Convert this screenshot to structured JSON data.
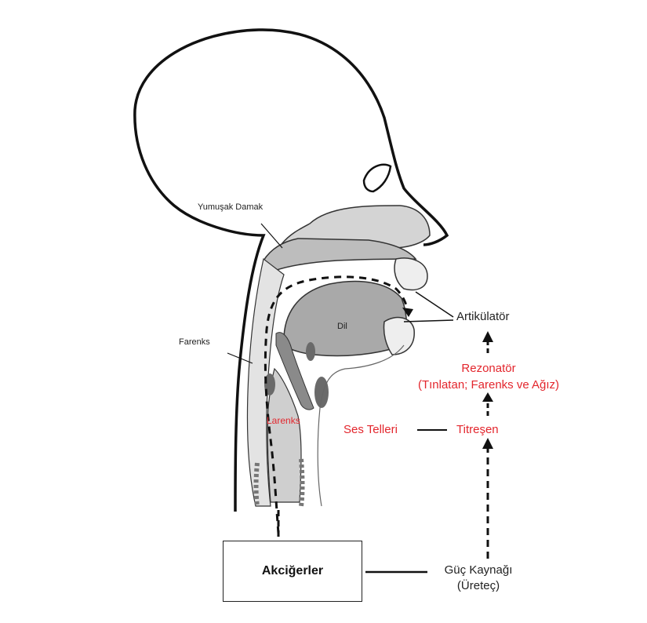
{
  "labels": {
    "soft_palate": "Yumuşak Damak",
    "pharynx": "Farenks",
    "tongue": "Dil",
    "larynx": "Larenks",
    "vocal_folds": "Ses Telleri",
    "articulator": "Artikülatör",
    "resonator": "Rezonatör",
    "resonator_detail": "(Tınlatan; Farenks ve Ağız)",
    "vibrator": "Titreşen",
    "power_source": "Güç Kaynağı",
    "power_source_detail": "(Üreteç)",
    "lungs": "Akciğerler"
  },
  "colors": {
    "highlight_red": "#e3262d",
    "tissue_gray": "#c8c8c8",
    "dark_gray": "#8a8a8a",
    "outline": "#111111"
  }
}
